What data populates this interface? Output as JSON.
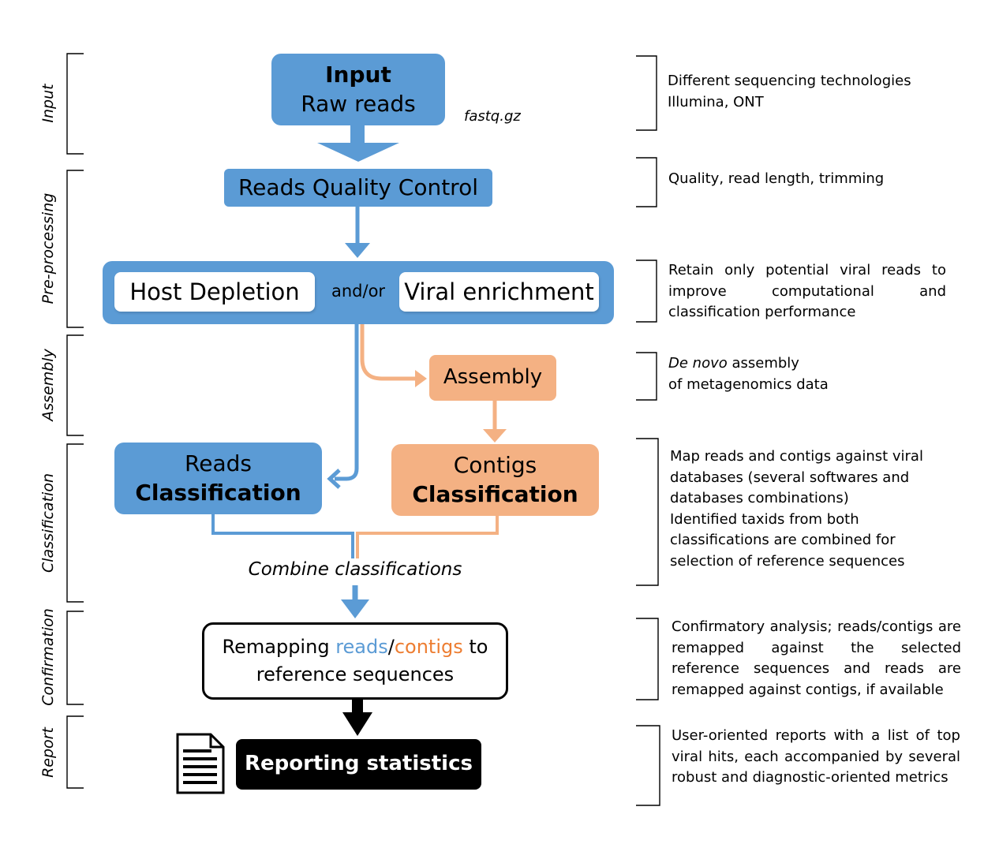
{
  "stages": {
    "input": "Input",
    "preprocessing": "Pre-processing",
    "assembly": "Assembly",
    "classification": "Classification",
    "confirmation": "Confirmation",
    "report": "Report"
  },
  "nodes": {
    "input_title": "Input",
    "input_sub": "Raw reads",
    "file_format": "fastq.gz",
    "qc": "Reads Quality Control",
    "host_depletion": "Host Depletion",
    "and_or": "and/or",
    "viral_enrichment": "Viral enrichment",
    "assembly": "Assembly",
    "reads_class_line1": "Reads",
    "reads_class_line2": "Classification",
    "contigs_class_line1": "Contigs",
    "contigs_class_line2": "Classification",
    "combine": "Combine classifications",
    "remap_pre": "Remapping ",
    "remap_reads": "reads",
    "remap_slash": "/",
    "remap_contigs": "contigs",
    "remap_to": " to",
    "remap_line2": "reference sequences",
    "report": "Reporting statistics"
  },
  "descriptions": {
    "input_line1": "Different sequencing technologies",
    "input_line2": "Illumina, ONT",
    "qc": "Quality, read length, trimming",
    "host": "Retain only potential viral reads to improve computational and classification performance",
    "assembly_italic": "De novo",
    "assembly_rest": " assembly",
    "assembly_line2": "of metagenomics data",
    "classification_1": "Map reads and contigs against viral databases (several softwares and databases combinations)",
    "classification_2": "Identified taxids from both classifications are combined for selection of reference sequences",
    "confirmation": "Confirmatory analysis; reads/contigs are remapped against the selected reference sequences and reads are remapped against contigs, if available",
    "report": "User-oriented reports with a list of top viral hits, each accompanied by several robust and diagnostic-oriented metrics"
  },
  "colors": {
    "blue": "#5b9bd5",
    "orange": "#f4b183",
    "remap_reads": "#5b9bd5",
    "remap_contigs": "#ed7d31"
  },
  "icons": [
    "document-icon"
  ]
}
